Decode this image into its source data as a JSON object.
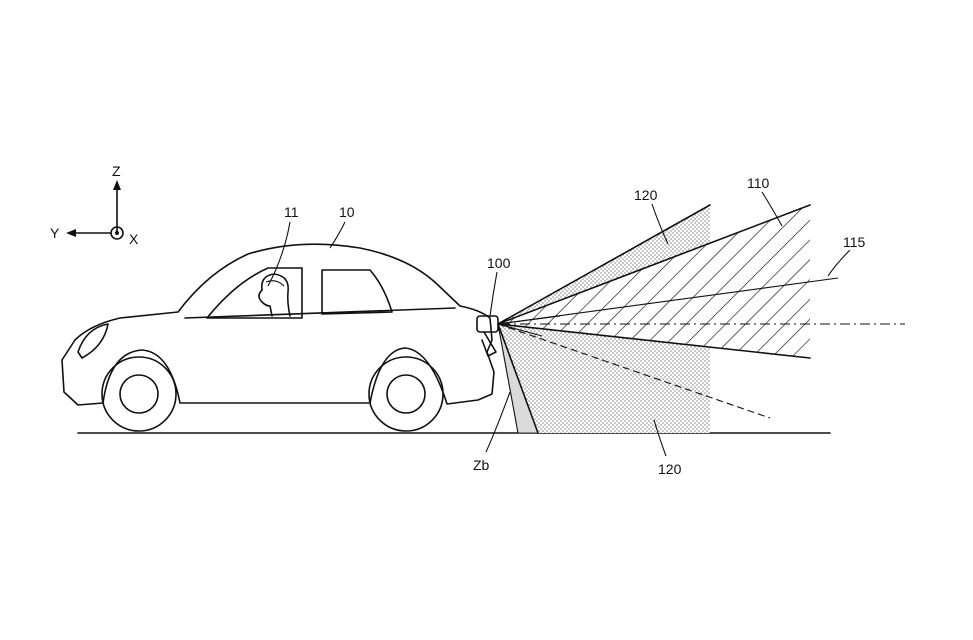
{
  "axes": {
    "z_label": "Z",
    "y_label": "Y",
    "x_label": "X"
  },
  "labels": {
    "driver": "11",
    "vehicle": "10",
    "lamp": "100",
    "region_upper": "120",
    "region_hatched": "110",
    "cutoff_line": "115",
    "region_lower": "120",
    "lower_boundary": "Zb"
  },
  "colors": {
    "line": "#111111",
    "dots": "#555555",
    "background": "#ffffff"
  }
}
